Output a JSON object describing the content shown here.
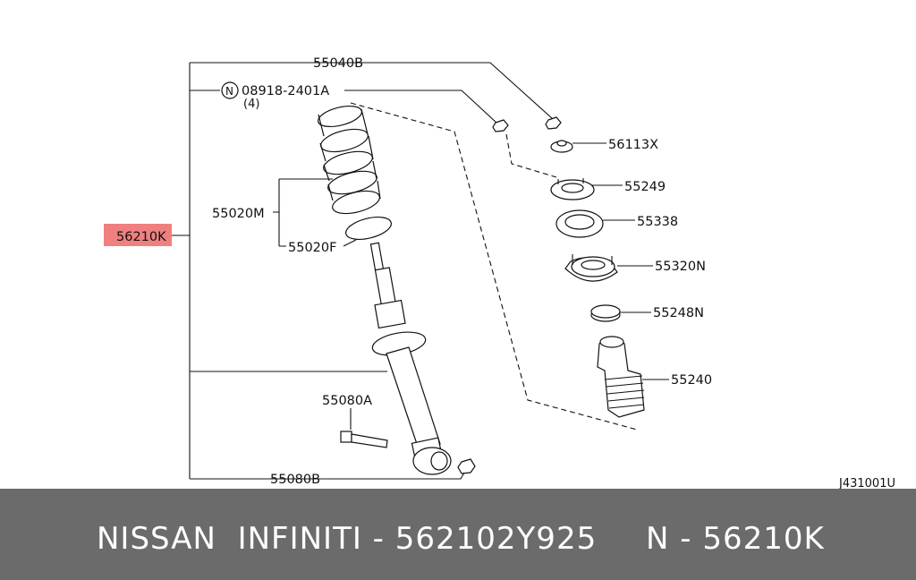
{
  "diagram": {
    "labels": {
      "p55040B": "55040B",
      "p08918": "08918-2401A",
      "qty": "(4)",
      "n_circle": "N",
      "p56113X": "56113X",
      "p55249": "55249",
      "p55338": "55338",
      "p55020M": "55020M",
      "p55020F": "55020F",
      "p56210K": "56210K",
      "p55320N": "55320N",
      "p55248N": "55248N",
      "p55240": "55240",
      "p55080A": "55080A",
      "p55080B": "55080B",
      "code": "J431001U"
    },
    "highlight_color": "#f08080"
  },
  "footer": {
    "brand": "NISSAN  INFINITI - 562102Y925",
    "ref": "N - 56210K",
    "background": "#6b6b6b"
  }
}
